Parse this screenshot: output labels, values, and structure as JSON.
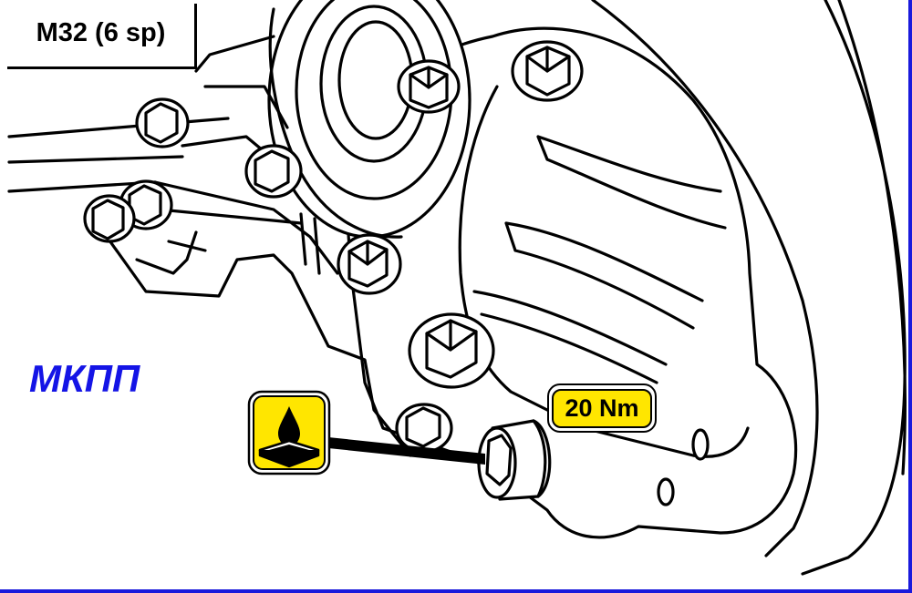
{
  "title": "M32 (6 sp)",
  "caption": "МКПП",
  "torque_label": "20 Nm",
  "oil_icon": "oil-drain-drop-icon",
  "colors": {
    "caption": "#1414e6",
    "badge_fill": "#ffe600",
    "frame": "#1a1adc",
    "line": "#000000"
  }
}
